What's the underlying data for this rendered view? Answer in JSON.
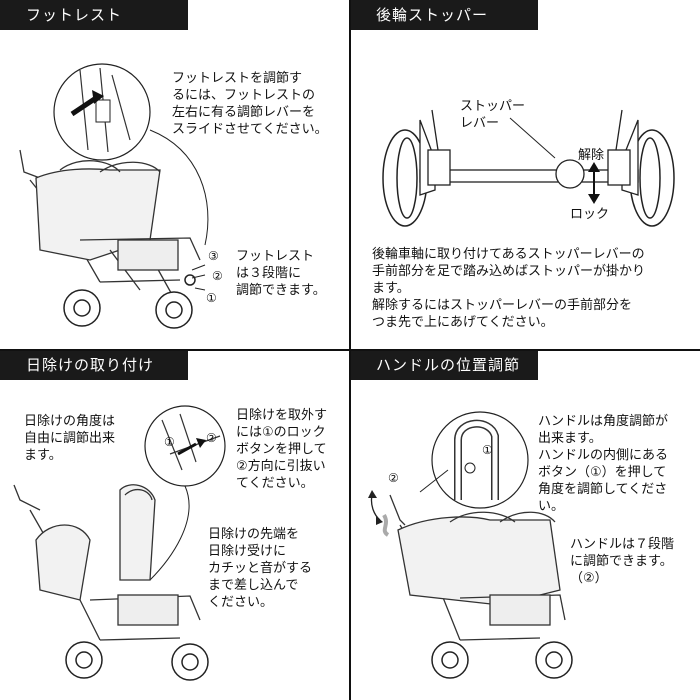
{
  "panels": {
    "footrest": {
      "title": "フットレスト",
      "instruction": "フットレストを調節す\nるには、フットレストの\n左右に有る調節レバーを\nスライドさせてください。",
      "steps": "フットレスト\nは３段階に\n調節できます。",
      "markers": [
        "③",
        "②",
        "①"
      ]
    },
    "rear_brake": {
      "title": "後輪ストッパー",
      "lever_label": "ストッパー\nレバー",
      "release_label": "解除",
      "lock_label": "ロック",
      "description": "後輪車軸に取り付けてあるストッパーレバーの\n手前部分を足で踏み込めばストッパーが掛かり\nます。\n解除するにはストッパーレバーの手前部分を\nつま先で上にあげてください。"
    },
    "canopy": {
      "title": "日除けの取り付け",
      "angle_text": "日除けの角度は\n自由に調節出来\nます。",
      "remove_text": "日除けを取外す\nには①のロック\nボタンを押して\n②方向に引抜い\nてください。",
      "attach_text": "日除けの先端を\n日除け受けに\nカチッと音がする\nまで差し込んで\nください。",
      "markers": [
        "①",
        "②"
      ]
    },
    "handle": {
      "title": "ハンドルの位置調節",
      "angle_text": "ハンドルは角度調節が\n出来ます。\nハンドルの内側にある\nボタン（①）を押して\n角度を調節してくださ\nい。",
      "steps_text": "ハンドルは７段階\nに調節できます。\n（②）",
      "markers": [
        "①",
        "②"
      ]
    }
  }
}
